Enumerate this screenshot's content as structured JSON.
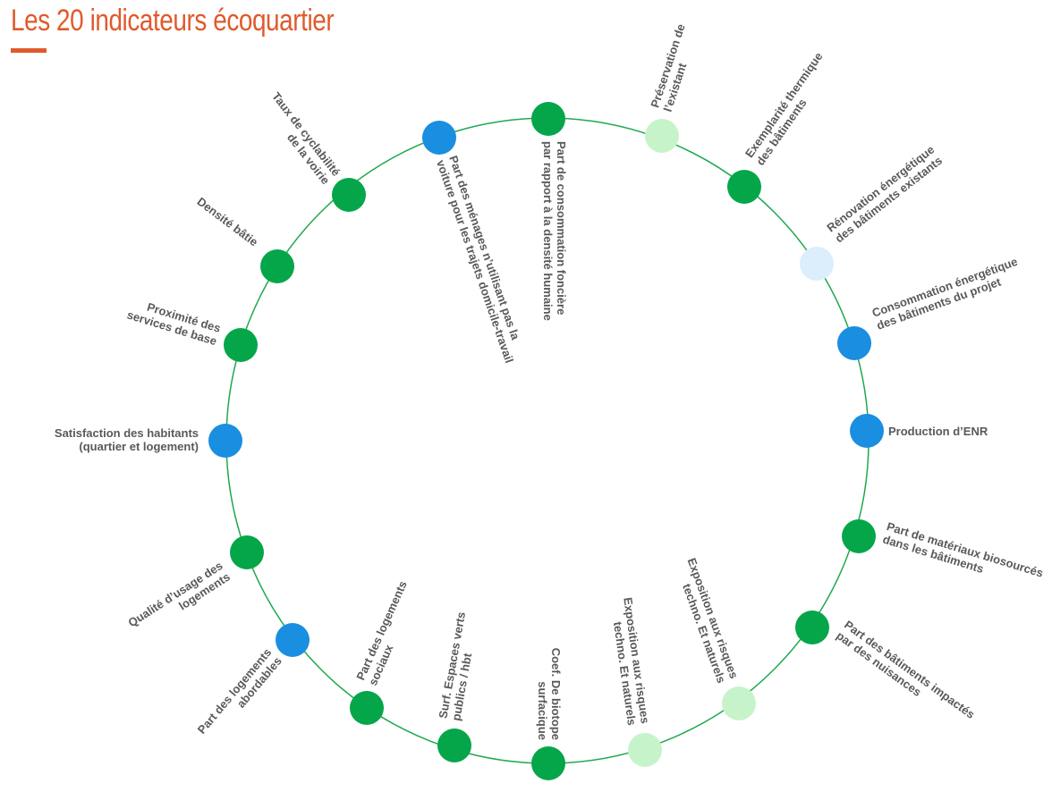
{
  "title": "Les 20 indicateurs écoquartier",
  "colors": {
    "ring": "#1fa84f",
    "green": "#05a64a",
    "light_green": "#c7f3ca",
    "blue": "#1a8ee0",
    "light_blue": "#dcedfb",
    "title": "#e05a2b",
    "label": "#58595b"
  },
  "indicators": [
    {
      "id": "consommation-fonciere",
      "lines": [
        "Part de consommation foncière",
        "par rapport à la densité humaine"
      ],
      "color": "green"
    },
    {
      "id": "preservation-existant",
      "lines": [
        "Préservation de",
        "l’existant"
      ],
      "color": "light_green"
    },
    {
      "id": "exemplarite-thermique",
      "lines": [
        "Exemplarité thermique",
        "des bâtiments"
      ],
      "color": "green"
    },
    {
      "id": "renovation-energetique",
      "lines": [
        "Rénovation énergétique",
        "des bâtiments existants"
      ],
      "color": "light_blue"
    },
    {
      "id": "consommation-energetique",
      "lines": [
        "Consommation énergétique",
        "des bâtiments du projet"
      ],
      "color": "blue"
    },
    {
      "id": "production-enr",
      "lines": [
        "Production d’ENR"
      ],
      "color": "blue"
    },
    {
      "id": "materiaux-biosources",
      "lines": [
        "Part de matériaux biosourcés",
        "dans les bâtiments"
      ],
      "color": "green"
    },
    {
      "id": "batiments-nuisances",
      "lines": [
        "Part des bâtiments impactés",
        "par des nuisances"
      ],
      "color": "green"
    },
    {
      "id": "exposition-risques-1",
      "lines": [
        "Exposition aux risques",
        "techno. Et naturels"
      ],
      "color": "light_green"
    },
    {
      "id": "exposition-risques-2",
      "lines": [
        "Exposition aux risques",
        "techno. Et naturels"
      ],
      "color": "light_green"
    },
    {
      "id": "coef-biotope",
      "lines": [
        "Coef. De biotope",
        "surfacique"
      ],
      "color": "green"
    },
    {
      "id": "espaces-verts",
      "lines": [
        "Surf. Espaces verts",
        "publics / hbt"
      ],
      "color": "green"
    },
    {
      "id": "logements-sociaux",
      "lines": [
        "Part des logements",
        "sociaux"
      ],
      "color": "green"
    },
    {
      "id": "logements-abordables",
      "lines": [
        "Part des logements",
        "abordables"
      ],
      "color": "blue"
    },
    {
      "id": "qualite-usage",
      "lines": [
        "Qualité d’usage des",
        "logements"
      ],
      "color": "green"
    },
    {
      "id": "satisfaction-habitants",
      "lines": [
        "Satisfaction des habitants",
        "(quartier et logement)"
      ],
      "color": "blue"
    },
    {
      "id": "proximite-services",
      "lines": [
        "Proximité des",
        "services de base"
      ],
      "color": "green"
    },
    {
      "id": "densite-batie",
      "lines": [
        "Densité bâtie"
      ],
      "color": "green"
    },
    {
      "id": "cyclabilite-voirie",
      "lines": [
        "Taux de cyclabilité",
        "de la voirie"
      ],
      "color": "green"
    },
    {
      "id": "menages-sans-voiture",
      "lines": [
        "Part des ménages n’utilisant pas la",
        "voiture pour les trajets domicile-travail"
      ],
      "color": "blue"
    }
  ]
}
